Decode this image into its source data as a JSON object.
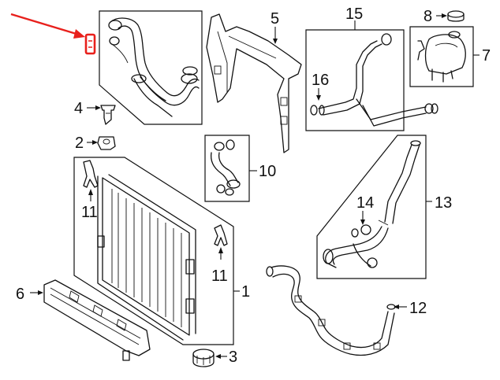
{
  "highlight_color": "#e8201c",
  "callouts": {
    "c1": "1",
    "c2": "2",
    "c3": "3",
    "c4": "4",
    "c5": "5",
    "c6": "6",
    "c7": "7",
    "c8": "8",
    "c10": "10",
    "c11a": "11",
    "c11b": "11",
    "c12": "12",
    "c13": "13",
    "c14": "14",
    "c15": "15",
    "c16": "16"
  }
}
